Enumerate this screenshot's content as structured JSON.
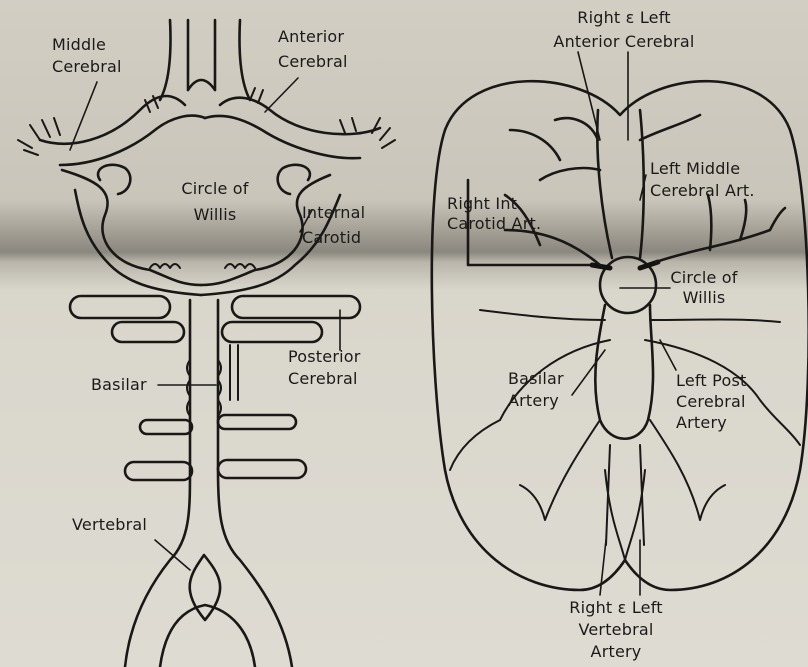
{
  "left_diagram": {
    "labels": {
      "middle_cerebral": "Middle\nCerebral",
      "anterior_cerebral": "Anterior\nCerebral",
      "circle_of_willis": "Circle of\nWillis",
      "internal_carotid": "Internal\nCarotid",
      "posterior_cerebral": "Posterior\nCerebral",
      "basilar": "Basilar",
      "vertebral": "Vertebral"
    }
  },
  "right_diagram": {
    "labels": {
      "right_left_anterior_cerebral": "Right ε Left\nAnterior Cerebral",
      "left_middle_cerebral_art": "Left Middle\nCerebral Art.",
      "right_int_carotid_art": "Right Int.\nCarotid Art.",
      "circle_of_willis": "Circle of\nWillis",
      "basilar_artery": "Basilar\nArtery",
      "left_post_cerebral_artery": "Left Post\nCerebral\nArtery",
      "right_left_vertebral_artery": "Right ε Left\nVertebral\nArtery"
    }
  }
}
